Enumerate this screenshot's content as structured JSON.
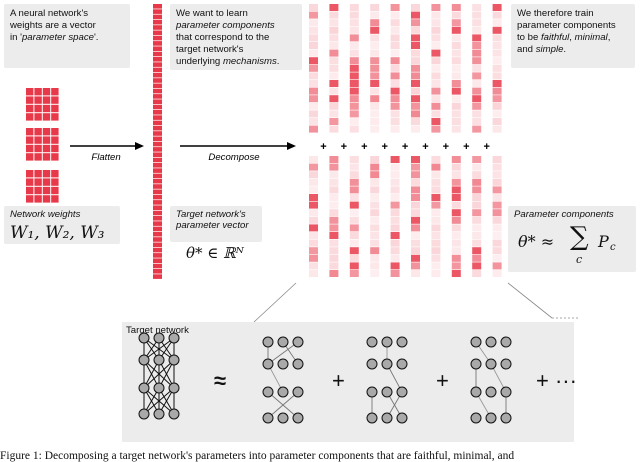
{
  "notes": {
    "n1": {
      "l1": "A neural network's",
      "l2": "weights are a vector",
      "l3_pre": "in '",
      "l3_it": "parameter space",
      "l3_post": "'."
    },
    "n2": {
      "l1": "We want to learn",
      "l2_it": "parameter components",
      "l3": "that correspond to the",
      "l4": "target network's",
      "l5_pre": "underlying ",
      "l5_it": "mechanisms",
      "l5_post": "."
    },
    "n3": {
      "l1": "We therefore train",
      "l2": "parameter components",
      "l3_pre": "to be ",
      "l3_it1": "faithful",
      "l3_mid": ", ",
      "l3_it2": "minimal",
      "l3_post": ",",
      "l4_pre": "and ",
      "l4_it": "simple",
      "l4_post": "."
    }
  },
  "arrows": {
    "flatten": "Flatten",
    "decompose": "Decompose"
  },
  "boxes": {
    "weights_caption": "Network weights",
    "weights_math": "W₁, W₂, W₃",
    "target_caption_l1": "Target network's",
    "target_caption_l2": "parameter vector",
    "target_math": "θ* ∈ ℝᴺ",
    "components_caption": "Parameter components",
    "components_math_lhs": "θ* ≈",
    "components_math_sum": "∑",
    "components_math_sub": "c",
    "components_math_rhs": "P",
    "components_math_rhs_sub": "c"
  },
  "bottom": {
    "title": "Target network",
    "approx": "≈",
    "plus": "+",
    "plus_more": "+ ···"
  },
  "caption": "Figure 1: Decomposing a target network's parameters into parameter components that are faithful, minimal, and",
  "colors": {
    "accent": "#e8394a",
    "panel": "#ececec",
    "node": "#a9a9a9"
  }
}
